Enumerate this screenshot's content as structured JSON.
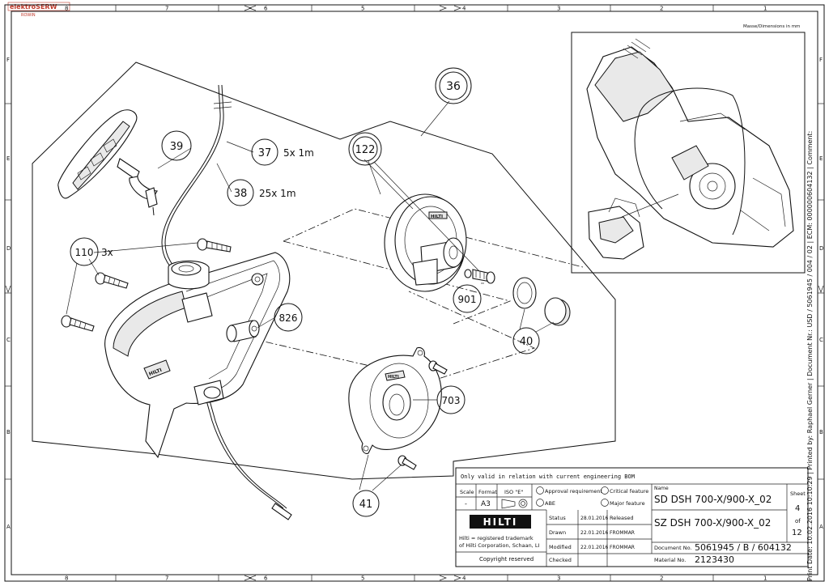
{
  "watermark": {
    "brand": "elektroSERW",
    "sub": "ROWIN"
  },
  "frame": {
    "columns": [
      "8",
      "7",
      "6",
      "5",
      "4",
      "3",
      "2",
      "1"
    ],
    "rows": [
      "F",
      "E",
      "D",
      "C",
      "B",
      "A"
    ]
  },
  "dimensions_note": "Masse/Dimensions in mm",
  "side_text": "Print Date: 10.02.2016 10:10:29 | Printed by: Raphael Gerner | Document Nr.: USD / 5061945 / 004 / 02 | ECM: 000000604132 | Comment:",
  "callouts": [
    {
      "id": "36",
      "label": "36",
      "double_ring": true
    },
    {
      "id": "122",
      "label": "122",
      "double_ring": true
    },
    {
      "id": "39",
      "label": "39"
    },
    {
      "id": "37",
      "label": "37",
      "qty": "5x 1m"
    },
    {
      "id": "38",
      "label": "38",
      "qty": "25x 1m"
    },
    {
      "id": "110",
      "label": "110",
      "qty": "3x"
    },
    {
      "id": "826",
      "label": "826"
    },
    {
      "id": "901",
      "label": "901"
    },
    {
      "id": "40",
      "label": "40"
    },
    {
      "id": "703",
      "label": "703"
    },
    {
      "id": "41",
      "label": "41"
    }
  ],
  "parts_text": {
    "housing_logo": "HILTI",
    "cover_logo": "HILTI",
    "pulley_logo": "HILTI"
  },
  "title_block": {
    "note": "Only valid in relation with current engineering BOM",
    "scale_label": "Scale",
    "scale_value": "-",
    "format_label": "Format",
    "format_value": "A3",
    "iso_label": "ISO \"E\"",
    "approval_label": "Approval requirement",
    "critical_label": "Critical feature",
    "abe_label": "ABE",
    "major_label": "Major feature",
    "name_label": "Name",
    "name_line1": "SD DSH 700-X/900-X_02",
    "name_line2": "SZ DSH 700-X/900-X_02",
    "sheet_label": "Sheet",
    "sheet_value": "4",
    "of_label": "of",
    "sheet_total": "12",
    "logo": "HILTI",
    "trademark_line1": "Hilti = registered trademark",
    "trademark_line2": "of Hilti Corporation, Schaan, LI",
    "copyright": "Copyright reserved",
    "rows": [
      {
        "label": "Status",
        "date": "28.01.2016",
        "value": "Released"
      },
      {
        "label": "Drawn",
        "date": "22.01.2016",
        "value": "FROMMAR"
      },
      {
        "label": "Modified",
        "date": "22.01.2016",
        "value": "FROMMAR"
      },
      {
        "label": "Checked",
        "date": "",
        "value": ""
      }
    ],
    "document_label": "Document No.",
    "document_value": "5061945 / B / 604132",
    "material_label": "Material No.",
    "material_value": "2123430"
  },
  "colors": {
    "ink": "#111111",
    "watermark": "#c0392b",
    "paper": "#ffffff"
  }
}
